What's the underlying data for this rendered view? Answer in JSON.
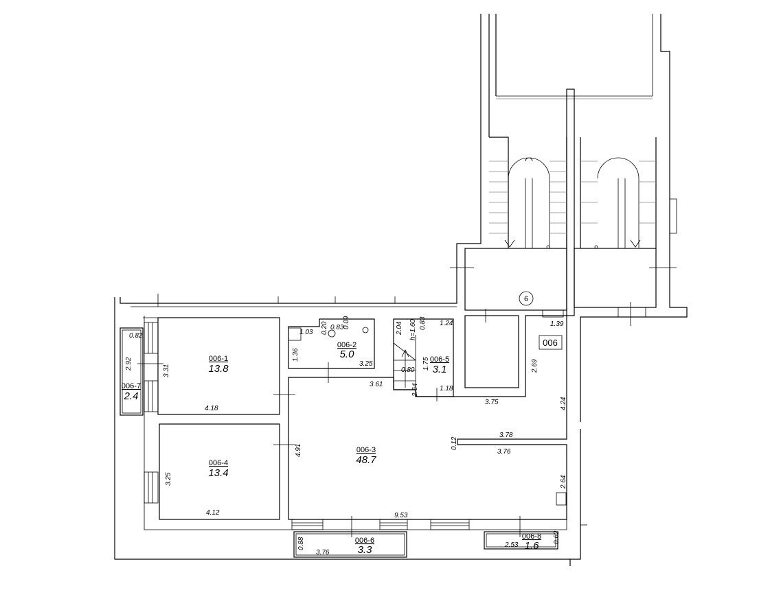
{
  "plan": {
    "apartment_label": "006",
    "entrance_marker": "6",
    "rooms": [
      {
        "id": "006-1",
        "area": "13.8"
      },
      {
        "id": "006-2",
        "area": "5.0"
      },
      {
        "id": "006-3",
        "area": "48.7"
      },
      {
        "id": "006-4",
        "area": "13.4"
      },
      {
        "id": "006-5",
        "area": "3.1"
      },
      {
        "id": "006-6",
        "area": "3.3"
      },
      {
        "id": "006-7",
        "area": "2.4"
      },
      {
        "id": "006-8",
        "area": "1.6"
      }
    ],
    "dimensions": [
      "0.82",
      "2.92",
      "3.31",
      "4.18",
      "3.25",
      "4.12",
      "1.03",
      "0.20",
      "0.83",
      "0.09",
      "1.36",
      "3.25",
      "2.04",
      "h=1.60",
      "0.83",
      "1.24",
      "1.75",
      "0.80",
      "2.64",
      "1.18",
      "3.61",
      "3.75",
      "1.39",
      "2.69",
      "4.24",
      "3.78",
      "0.12",
      "3.76",
      "2.64",
      "4.91",
      "9.53",
      "0.88",
      "3.76",
      "2.53",
      "0.62"
    ]
  }
}
